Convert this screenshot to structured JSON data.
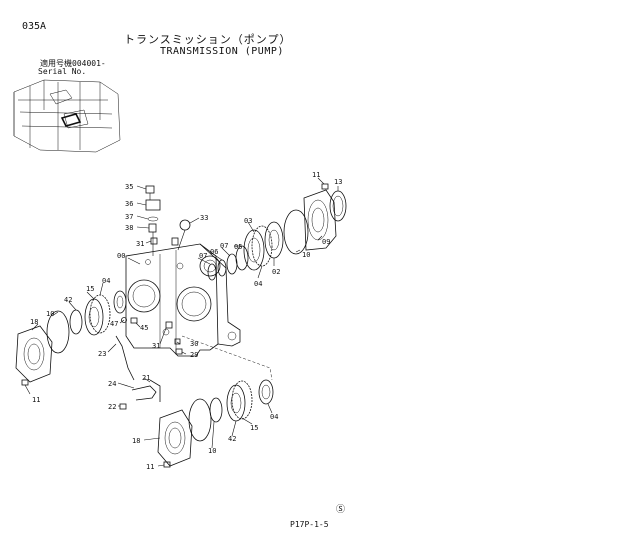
{
  "header": {
    "code": "035A",
    "title_jp": "トランスミッション（ポンプ）",
    "title_en": "TRANSMISSION (PUMP)",
    "serial_label_jp": "適用号機",
    "serial_value": "004001-",
    "serial_label_en": "Serial No."
  },
  "footer": {
    "symbol": "Ⓢ",
    "page_id": "P17P-1-5"
  },
  "parts": {
    "p35": "35",
    "p36": "36",
    "p37": "37",
    "p38": "38",
    "p31a": "31",
    "p33": "33",
    "p00": "00",
    "p07a": "07",
    "p06": "06",
    "p07b": "07",
    "p05": "05",
    "p03": "03",
    "p04a": "04",
    "p02": "02",
    "p10a": "10",
    "p09": "09",
    "p11a": "11",
    "p13": "13",
    "p04b": "04",
    "p15a": "15",
    "p42a": "42",
    "p10b": "10",
    "p18a": "18",
    "p47": "47",
    "p45": "45",
    "p31b": "31",
    "p30": "30",
    "p29": "29",
    "p23": "23",
    "p11b": "11",
    "p24": "24",
    "p21": "21",
    "p22": "22",
    "p04c": "04",
    "p15b": "15",
    "p42b": "42",
    "p10c": "10",
    "p18b": "18",
    "p11c": "11"
  }
}
